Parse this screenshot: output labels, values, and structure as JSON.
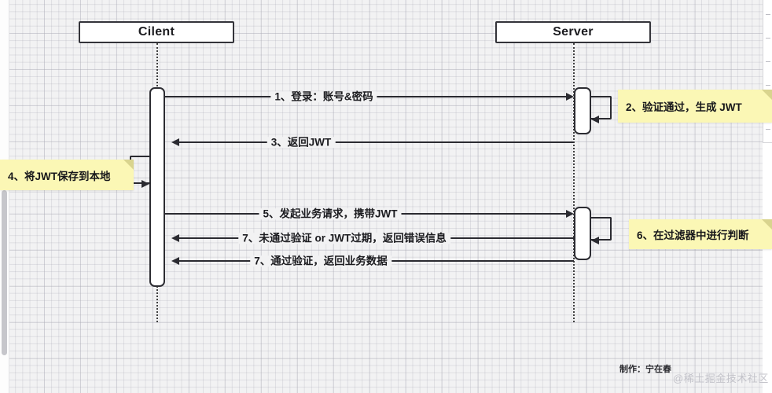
{
  "diagram": {
    "type": "sequence-diagram",
    "actors": [
      {
        "id": "client",
        "label": "Cilent"
      },
      {
        "id": "server",
        "label": "Server"
      }
    ],
    "messages": [
      {
        "n": "1",
        "label": "1、登录：账号&密码",
        "from": "client",
        "to": "server",
        "direction": "right"
      },
      {
        "n": "3",
        "label": "3、返回JWT",
        "from": "server",
        "to": "client",
        "direction": "left"
      },
      {
        "n": "5",
        "label": "5、发起业务请求，携带JWT",
        "from": "client",
        "to": "server",
        "direction": "right"
      },
      {
        "n": "7a",
        "label": "7、未通过验证 or JWT过期，返回错误信息",
        "from": "server",
        "to": "client",
        "direction": "left"
      },
      {
        "n": "7b",
        "label": "7、通过验证，返回业务数据",
        "from": "server",
        "to": "client",
        "direction": "left"
      }
    ],
    "notes": [
      {
        "n": "2",
        "label": "2、验证通过，生成 JWT",
        "side": "right"
      },
      {
        "n": "4",
        "label": "4、将JWT保存到本地",
        "side": "left"
      },
      {
        "n": "6",
        "label": "6、在过滤器中进行判断",
        "side": "right"
      }
    ],
    "credit": "制作：宁在春",
    "watermark": "@稀土掘金技术社区",
    "colors": {
      "note_background": "#fbf7b5",
      "note_fold": "#d9d48e",
      "canvas_background": "#f2f2f3",
      "stroke": "#2b2b31",
      "actor_border": "#34343a"
    }
  }
}
